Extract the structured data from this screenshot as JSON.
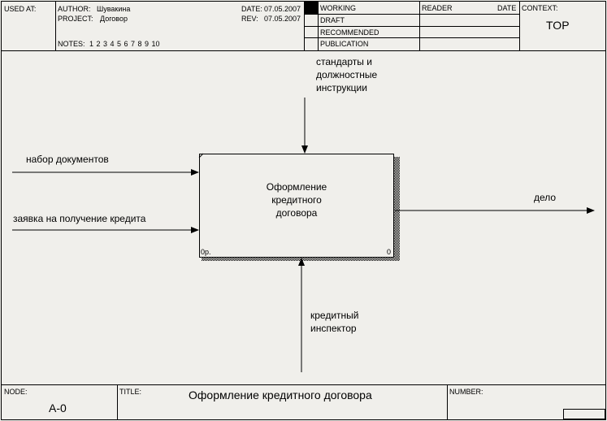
{
  "header": {
    "used_at_label": "USED AT:",
    "author_label": "AUTHOR:",
    "author_value": "Шувакина",
    "project_label": "PROJECT:",
    "project_value": "Договор",
    "date_label": "DATE:",
    "date_value": "07.05.2007",
    "rev_label": "REV:",
    "rev_value": "07.05.2007",
    "notes_label": "NOTES:",
    "notes_value": "1  2  3  4  5  6  7  8  9  10",
    "status": [
      "WORKING",
      "DRAFT",
      "RECOMMENDED",
      "PUBLICATION"
    ],
    "reader_label": "READER",
    "reader_date_label": "DATE",
    "context_label": "CONTEXT:",
    "context_value": "TOP"
  },
  "diagram": {
    "activity": {
      "name_line1": "Оформление",
      "name_line2": "кредитного",
      "name_line3": "договора",
      "cost_label": "0р.",
      "number": "0"
    },
    "control": {
      "line1": "стандарты и",
      "line2": "должностные",
      "line3": "инструкции"
    },
    "inputs": [
      "набор документов",
      "заявка на получение кредита"
    ],
    "output": "дело",
    "mechanism": {
      "line1": "кредитный",
      "line2": "инспектор"
    }
  },
  "footer": {
    "node_label": "NODE:",
    "node_value": "A-0",
    "title_label": "TITLE:",
    "title_value": "Оформление кредитного договора",
    "number_label": "NUMBER:"
  }
}
